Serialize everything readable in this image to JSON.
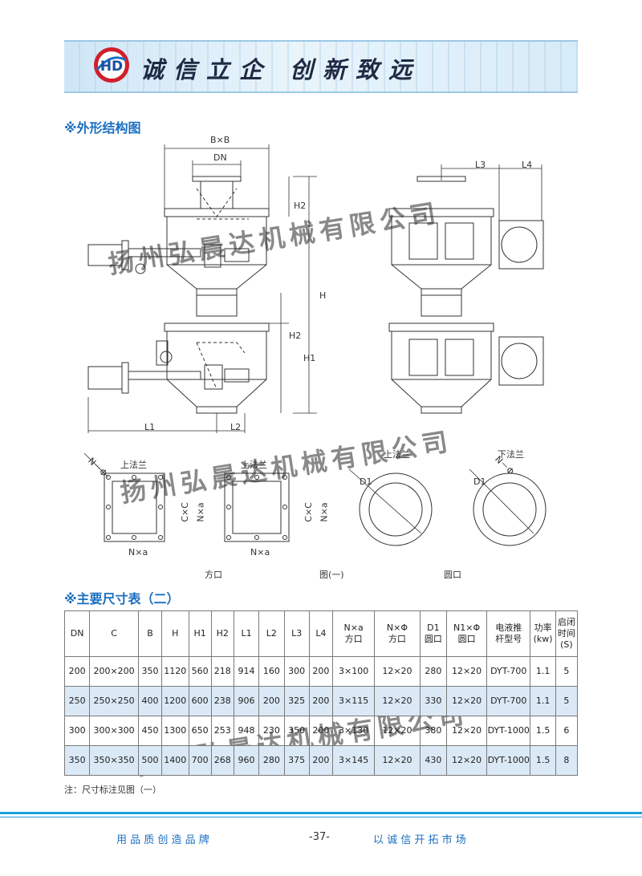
{
  "banner": {
    "slogan": "诚信立企  创新致远",
    "logo_text": "HD"
  },
  "sections": {
    "outline_title": "※外形结构图",
    "table_title": "※主要尺寸表（二）"
  },
  "drawing_labels": {
    "bxb": "B×B",
    "dn": "DN",
    "h2": "H2",
    "h": "H",
    "h1": "H1",
    "l1": "L1",
    "l2": "L2",
    "l3": "L3",
    "l4": "L4",
    "upper_flange": "上法兰",
    "lower_flange": "下法兰",
    "n_phi": "N－Φ",
    "cxc": "C×C",
    "nxa": "N×a",
    "d1": "D1",
    "square": "方口",
    "figure": "图(一)",
    "round": "圆口"
  },
  "watermark": "扬州弘晨达机械有限公司",
  "table": {
    "headers": [
      "DN",
      "C",
      "B",
      "H",
      "H1",
      "H2",
      "L1",
      "L2",
      "L3",
      "L4",
      "N×a\n方口",
      "N×Φ\n方口",
      "D1\n圆口",
      "N1×Φ\n圆口",
      "电液推\n杆型号",
      "功率\n(kw)",
      "启闭\n时间\n(S)"
    ],
    "rows": [
      [
        "200",
        "200×200",
        "350",
        "1120",
        "560",
        "218",
        "914",
        "160",
        "300",
        "200",
        "3×100",
        "12×20",
        "280",
        "12×20",
        "DYT-700",
        "1.1",
        "5"
      ],
      [
        "250",
        "250×250",
        "400",
        "1200",
        "600",
        "238",
        "906",
        "200",
        "325",
        "200",
        "3×115",
        "12×20",
        "330",
        "12×20",
        "DYT-700",
        "1.1",
        "5"
      ],
      [
        "300",
        "300×300",
        "450",
        "1300",
        "650",
        "253",
        "948",
        "230",
        "350",
        "200",
        "3×130",
        "12×20",
        "380",
        "12×20",
        "DYT-1000",
        "1.5",
        "6"
      ],
      [
        "350",
        "350×350",
        "500",
        "1400",
        "700",
        "268",
        "960",
        "280",
        "375",
        "200",
        "3×145",
        "12×20",
        "430",
        "12×20",
        "DYT-1000",
        "1.5",
        "8"
      ]
    ],
    "note": "注：尺寸标注见图（一）"
  },
  "footer": {
    "left": "用 品 质 创 造 品 牌",
    "page": "-37-",
    "right": "以 诚 信 开 拓 市 场"
  },
  "colors": {
    "accent": "#1a6fc0",
    "footer_line": "#1aa0e0",
    "row_shade": "#dbe9f6",
    "logo_red": "#d21e2b"
  }
}
